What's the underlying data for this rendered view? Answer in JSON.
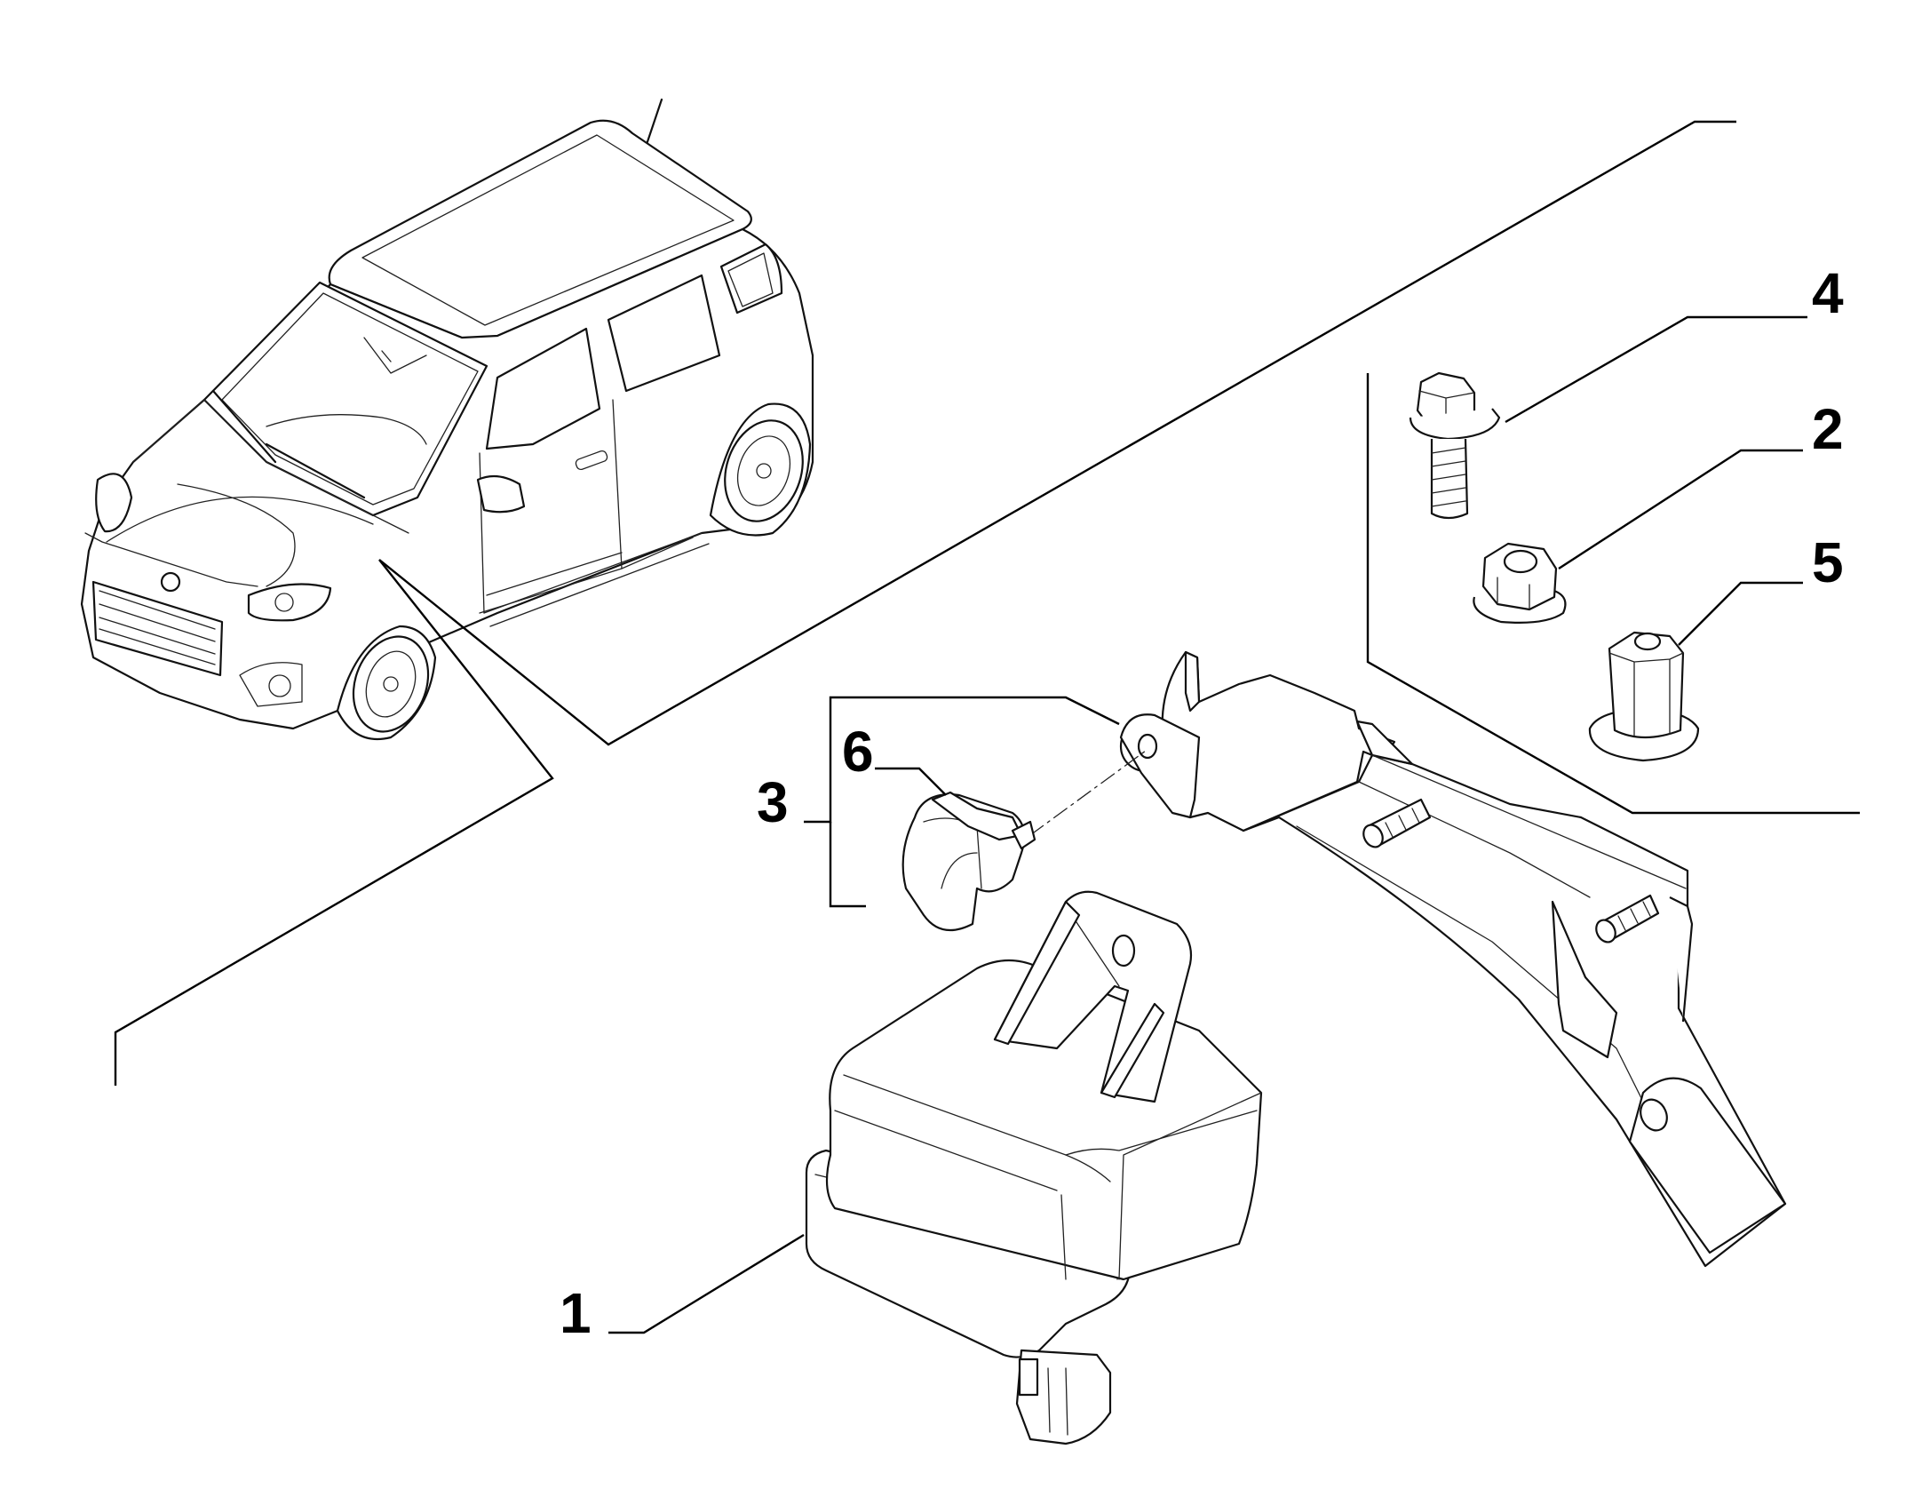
{
  "diagram": {
    "callouts": [
      {
        "id": "1",
        "label": "1",
        "part": "control-unit"
      },
      {
        "id": "2",
        "label": "2",
        "part": "flange-nut"
      },
      {
        "id": "3",
        "label": "3",
        "part": "bracket-assembly"
      },
      {
        "id": "4",
        "label": "4",
        "part": "flange-bolt"
      },
      {
        "id": "5",
        "label": "5",
        "part": "rivet-nut"
      },
      {
        "id": "6",
        "label": "6",
        "part": "cable-clip"
      }
    ],
    "colors": {
      "line": "#111111",
      "background": "#ffffff"
    }
  }
}
